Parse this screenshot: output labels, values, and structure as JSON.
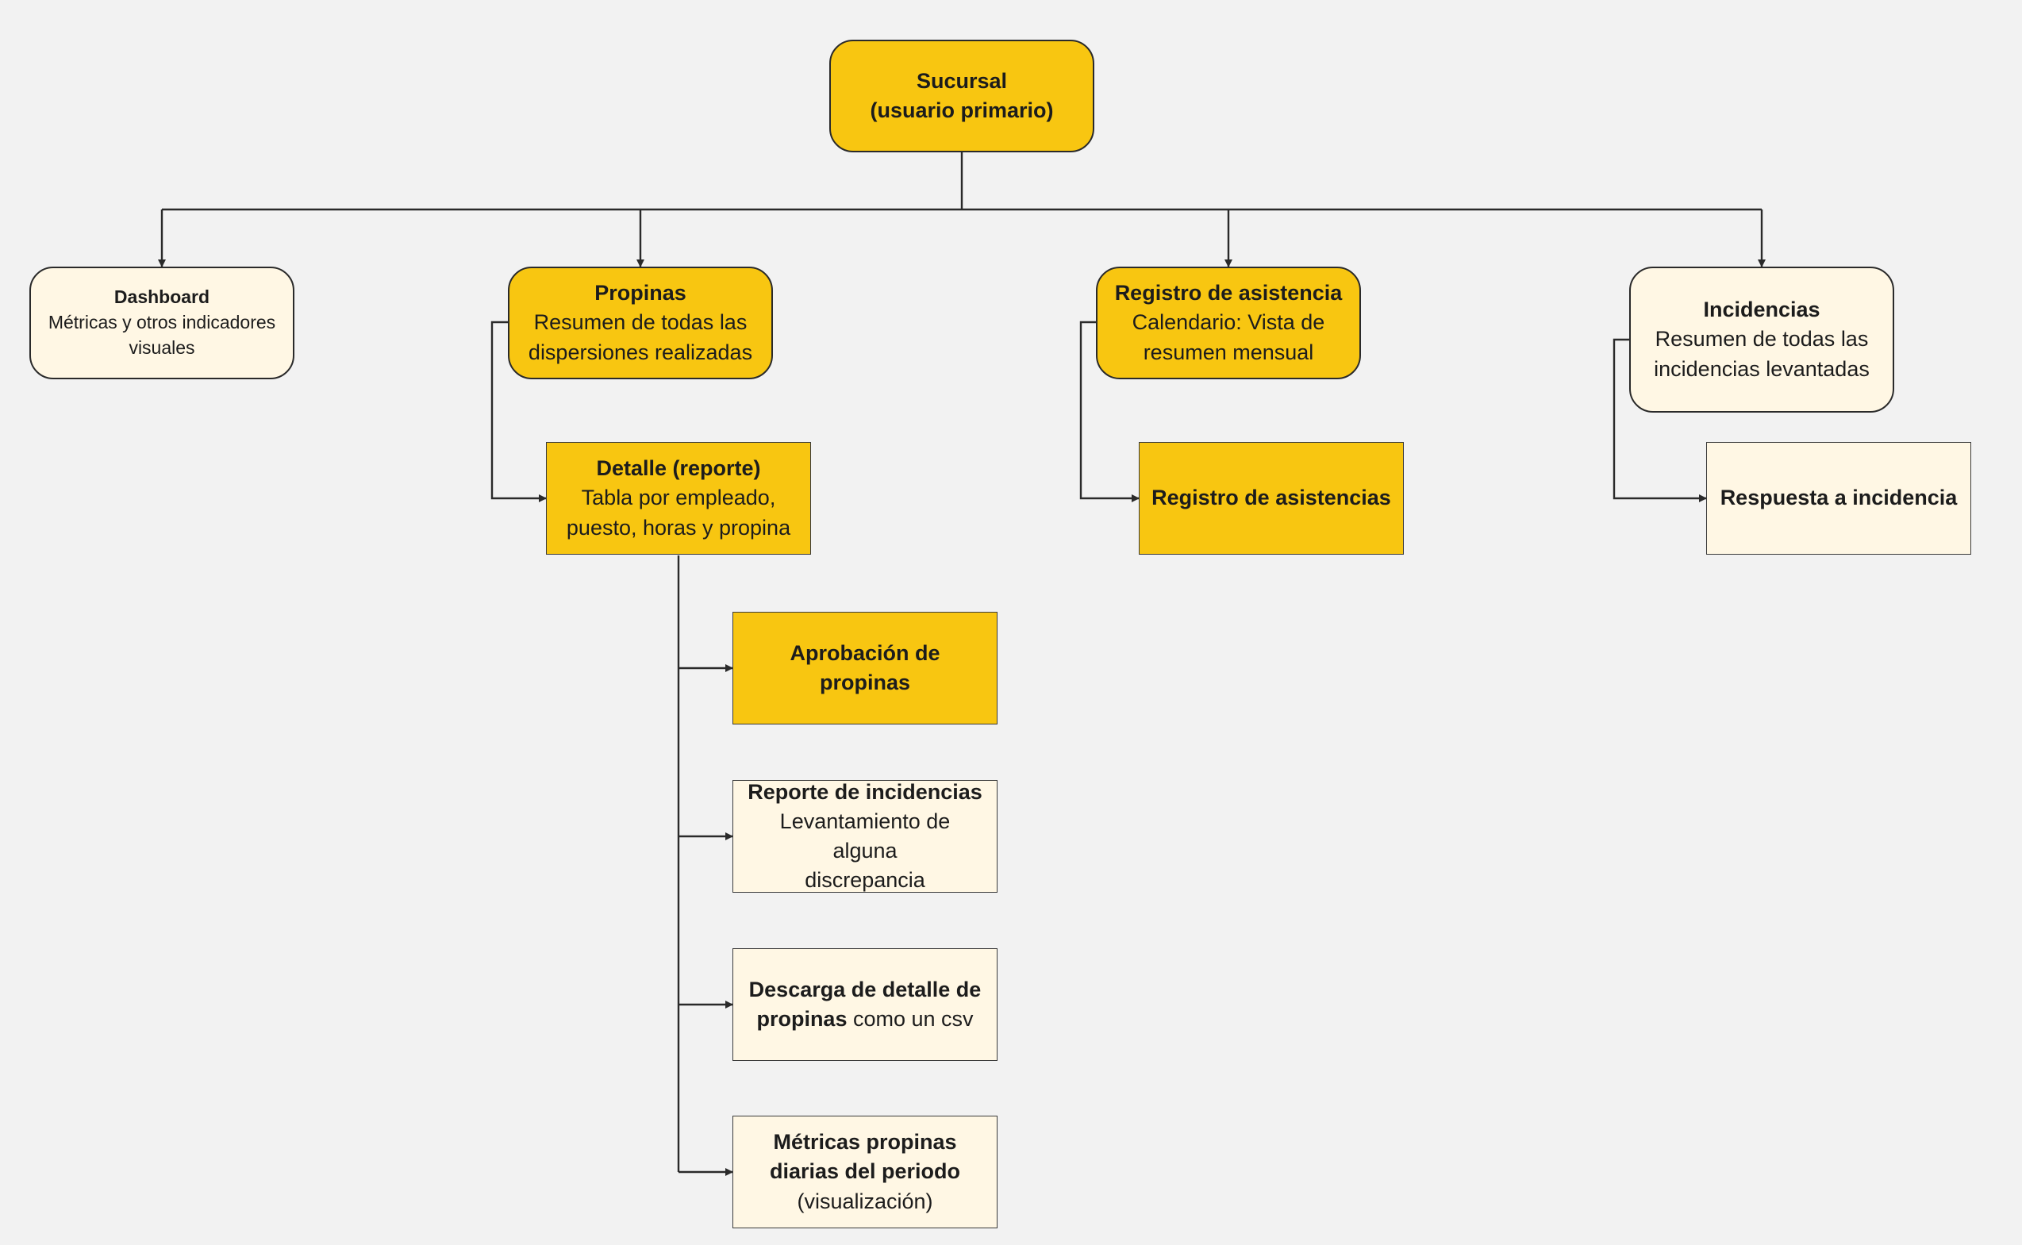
{
  "colors": {
    "background": "#f2f2f2",
    "primary_fill": "#f8c611",
    "secondary_fill": "#fff7e4",
    "stroke": "#2a2a2a"
  },
  "nodes": {
    "sucursal": {
      "title": "Sucursal",
      "subtitle": "(usuario primario)"
    },
    "dashboard": {
      "title": "Dashboard",
      "desc": "Métricas y otros indicadores visuales"
    },
    "propinas": {
      "title": "Propinas",
      "desc": "Resumen de todas las dispersiones realizadas"
    },
    "registro_asistencia": {
      "title": "Registro de asistencia",
      "desc": "Calendario: Vista de resumen mensual"
    },
    "incidencias": {
      "title": "Incidencias",
      "desc": "Resumen de todas las incidencias levantadas"
    },
    "detalle": {
      "title": "Detalle (reporte)",
      "desc": "Tabla por empleado, puesto, horas y propina"
    },
    "registro_asistencias": {
      "title": "Registro de asistencias"
    },
    "respuesta_incidencia": {
      "title": "Respuesta a incidencia"
    },
    "aprobacion": {
      "title": "Aprobación de propinas"
    },
    "reporte_incidencias": {
      "title": "Reporte de incidencias",
      "desc": "Levantamiento de alguna discrepancia"
    },
    "descarga": {
      "title_bold": "Descarga de detalle de propinas",
      "title_rest": " como un csv"
    },
    "metricas": {
      "title": "Métricas propinas diarias del periodo",
      "desc": "(visualización)"
    }
  }
}
